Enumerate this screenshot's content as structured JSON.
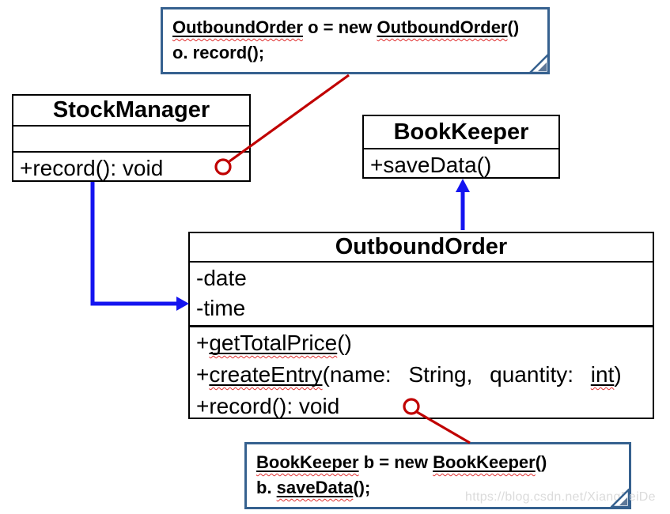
{
  "colors": {
    "note_border": "#36618F",
    "class_border": "#000000",
    "connector_red": "#C00000",
    "connector_blue": "#1414F0",
    "squiggle_red": "#E03030",
    "watermark_gray": "#DBDBDB"
  },
  "notes": {
    "top": {
      "lines": [
        [
          {
            "t": "OutboundOrder",
            "sq": true
          },
          {
            "t": " o = new ",
            "sq": false
          },
          {
            "t": "OutboundOrder",
            "sq": true
          },
          {
            "t": "()",
            "sq": false
          }
        ],
        [
          {
            "t": "o. record();",
            "sq": false
          }
        ]
      ]
    },
    "bottom": {
      "lines": [
        [
          {
            "t": "BookKeeper",
            "sq": true
          },
          {
            "t": " b = new ",
            "sq": false
          },
          {
            "t": "BookKeeper",
            "sq": true
          },
          {
            "t": "()",
            "sq": false
          }
        ],
        [
          {
            "t": "b. ",
            "sq": false
          },
          {
            "t": "saveData",
            "sq": true
          },
          {
            "t": "();",
            "sq": false
          }
        ]
      ]
    }
  },
  "classes": {
    "stock_manager": {
      "title": "StockManager",
      "attributes": [],
      "methods": [
        [
          {
            "t": "+record(): void",
            "sq": false
          }
        ]
      ]
    },
    "book_keeper": {
      "title": "BookKeeper",
      "methods": [
        [
          {
            "t": "+saveData()",
            "sq": false
          }
        ]
      ]
    },
    "outbound_order": {
      "title": "OutboundOrder",
      "attributes": [
        "-date",
        "-time"
      ],
      "methods": [
        [
          {
            "t": "+",
            "sq": false
          },
          {
            "t": "getTotalPrice",
            "sq": true
          },
          {
            "t": "()",
            "sq": false
          }
        ],
        [
          {
            "t": "+",
            "sq": false
          },
          {
            "t": "createEntry",
            "sq": true
          },
          {
            "t": "(name: String, quantity: ",
            "sq": false
          },
          {
            "t": "int",
            "sq": true
          },
          {
            "t": ")",
            "sq": false
          }
        ],
        [
          {
            "t": "+record(): void",
            "sq": false
          }
        ]
      ]
    }
  },
  "watermark": "https://blog.csdn.net/XiangFeiDe"
}
